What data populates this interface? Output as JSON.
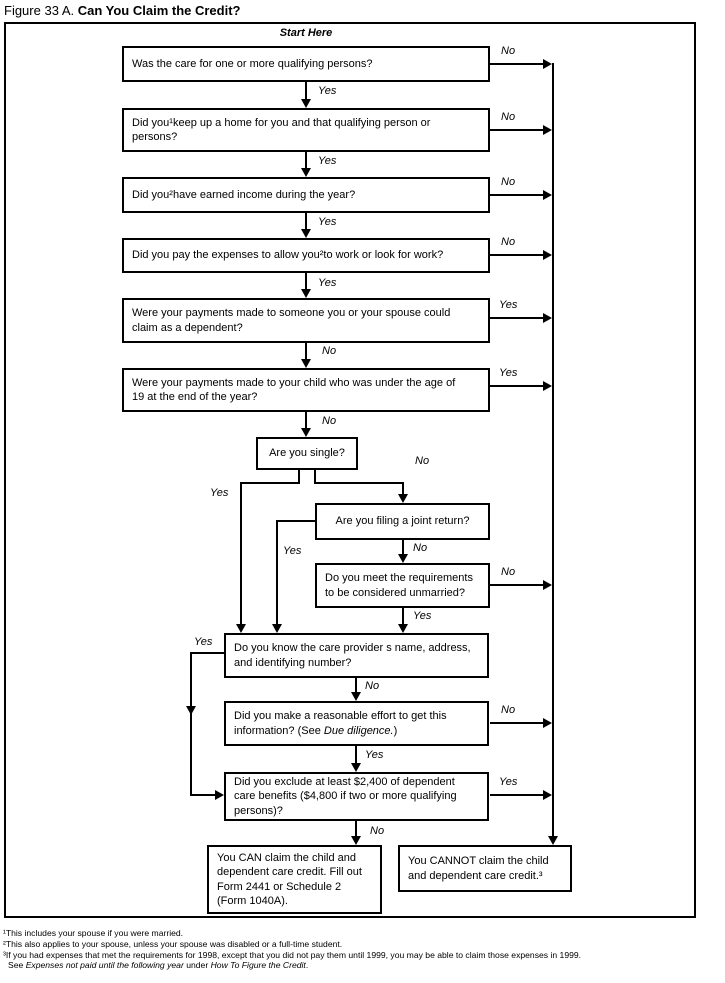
{
  "title": {
    "prefix": "Figure 33 A. ",
    "bold": "Can You Claim the Credit?"
  },
  "start_here": "Start Here",
  "labels": {
    "yes": "Yes",
    "no": "No"
  },
  "nodes": {
    "q1": {
      "l1": "Was the care for one or more qualifying persons?"
    },
    "q2": {
      "l1": "Did you¹keep up a home for you and that qualifying person or",
      "l2": "persons?"
    },
    "q3": {
      "l1": "Did you²have earned income during the year?"
    },
    "q4": {
      "l1": "Did you pay the expenses to allow you²to work or look for work?"
    },
    "q5": {
      "l1": "Were your payments made to someone you or your spouse could",
      "l2": "claim as a dependent?"
    },
    "q6": {
      "l1": "Were your payments made to your child who was under the age of",
      "l2": "19 at the end of the year?"
    },
    "q7": {
      "l1": "Are you single?"
    },
    "q8": {
      "l1": "Are you filing a joint return?"
    },
    "q9": {
      "l1": "Do you meet the requirements",
      "l2": "to be considered unmarried?"
    },
    "q10": {
      "l1": "Do you know the care provider s name, address,",
      "l2": "and identifying number?"
    },
    "q11": {
      "l1": "Did you make a reasonable effort to get this",
      "l2_pre": "information? (See ",
      "l2_it": "Due diligence.",
      "l2_post": ")"
    },
    "q12": {
      "l1": "Did you exclude at least $2,400 of dependent",
      "l2": "care benefits ($4,800 if two or more qualifying",
      "l3": "persons)?"
    },
    "can": {
      "l1": "You CAN claim the child and",
      "l2": "dependent care credit. Fill out",
      "l3": "Form 2441 or Schedule 2",
      "l4": "(Form 1040A)."
    },
    "cannot": {
      "l1": "You CANNOT claim the child",
      "l2": "and dependent care credit.³"
    }
  },
  "footnotes": {
    "f1": "¹This includes your spouse if you were married.",
    "f2": "²This also applies to your spouse, unless your spouse was disabled or a full-time student.",
    "f3": "³If you had expenses that met the requirements for 1998, except that you did not pay them until 1999, you may be able to claim those expenses in 1999.",
    "f4_pre": "See ",
    "f4_it1": "Expenses not paid until the following year",
    "f4_mid": " under ",
    "f4_it2": "How To Figure the Credit",
    "f4_post": "."
  },
  "colors": {
    "line": "#000000",
    "background": "#ffffff"
  }
}
